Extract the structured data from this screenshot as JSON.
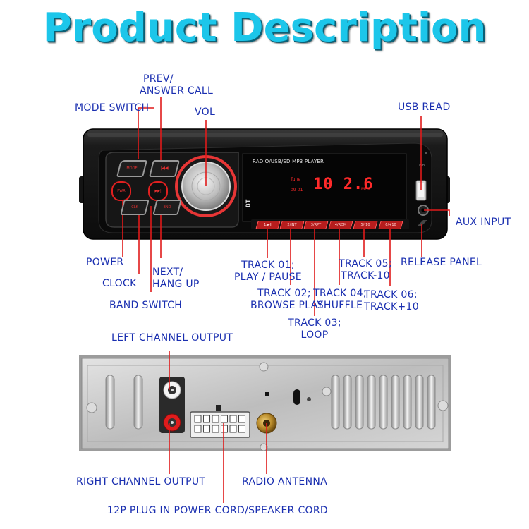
{
  "title": "Product Description",
  "colors": {
    "title_cyan": "#1cc6ea",
    "label_blue": "#1a2fb0",
    "button_red": "#d22626",
    "display_red": "#ff2a2a",
    "unit_black": "#151515",
    "back_plate": "#c9c9c9"
  },
  "front_panel": {
    "header": "RADIO/USB/SD MP3  PLAYER",
    "display_value": "10 2.6",
    "display_tune": "Tune",
    "display_sub": "09-01",
    "display_unit": "MHz",
    "side_text": "BT",
    "button_mode": "MODE",
    "button_prev": "|◀◀",
    "button_pwr": "PWR",
    "button_next": "▶▶|",
    "button_clk": "CLK",
    "button_band": "BND",
    "preset_labels": [
      "1/►II",
      "2/INT",
      "3/RPT",
      "4/RDM",
      "5/-10",
      "6/+10"
    ]
  },
  "labels": {
    "prev_answer_line1": "PREV/",
    "prev_answer_line2": "ANSWER CALL",
    "mode_switch": "MODE SWITCH",
    "vol": "VOL",
    "usb_read": "USB READ",
    "aux_input": "AUX INPUT",
    "power": "POWER",
    "clock": "CLOCK",
    "next_hangup_line1": "NEXT/",
    "next_hangup_line2": "HANG UP",
    "band_switch": "BAND SWITCH",
    "track01_line1": "TRACK 01;",
    "track01_line2": "PLAY / PAUSE",
    "track02_line1": "TRACK 02;",
    "track02_line2": "BROWSE PLAY",
    "track03_line1": "TRACK 03;",
    "track03_line2": "LOOP",
    "track04_line1": "TRACK 04;",
    "track04_line2": "SHUFFLE",
    "track05_line1": "TRACK 05;",
    "track05_line2": "TRACK-10",
    "track06_line1": "TRACK 06;",
    "track06_line2": "TRACK+10",
    "release_panel": "RELEASE PANEL",
    "left_channel": "LEFT CHANNEL OUTPUT",
    "right_channel": "RIGHT CHANNEL OUTPUT",
    "radio_antenna": "RADIO ANTENNA",
    "plug_12p": "12P PLUG IN POWER CORD/SPEAKER CORD"
  }
}
